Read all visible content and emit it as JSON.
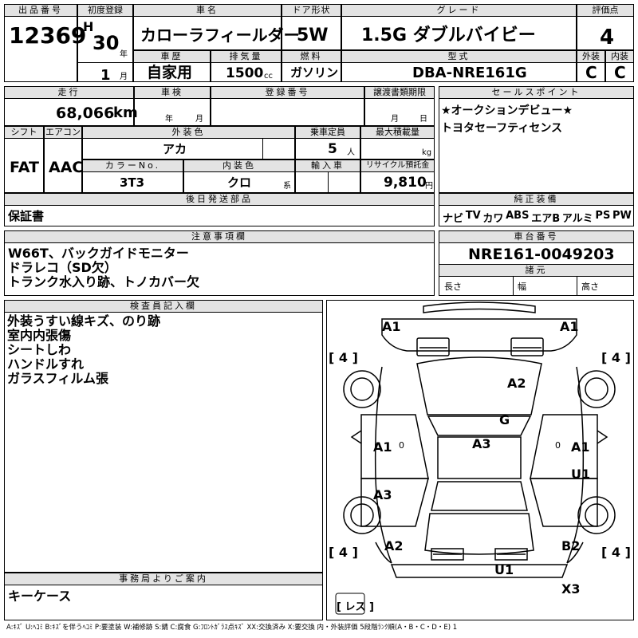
{
  "hdr": {
    "lot_no": "出品番号",
    "first_reg": "初度登録",
    "car_name": "車名",
    "door": "ドア形状",
    "grade": "グレード",
    "score": "評価点",
    "history": "車歴",
    "displacement": "排気量",
    "fuel": "燃料",
    "model": "型式",
    "ext": "外装",
    "int": "内装",
    "mileage": "走行",
    "inspection": "車検",
    "reg_no": "登録番号",
    "transfer": "譲渡書類期限",
    "sales_point": "セールスポイント",
    "shift": "シフト",
    "aircon": "エアコン",
    "ext_color": "外装色",
    "capacity": "乗車定員",
    "max_load": "最大積載量",
    "color_no": "カラーNo.",
    "int_color": "内装色",
    "import": "輸入車",
    "recycle": "リサイクル預託金",
    "post_parts": "後日発送部品",
    "genuine": "純正装備",
    "notes": "注意事項欄",
    "chassis": "車台番号",
    "dims": "諸元",
    "inspector": "検査員記入欄",
    "office": "事務局よりご案内"
  },
  "vals": {
    "lot_no": "12369",
    "era": "H",
    "year": "30",
    "year_unit": "年",
    "month": "1",
    "month_unit": "月",
    "car_name": "カローラフィールダー",
    "door": "5W",
    "grade": "1.5G ダブルバイビー",
    "score": "4",
    "history": "自家用",
    "displacement": "1500",
    "disp_unit": "cc",
    "fuel": "ガソリン",
    "model": "DBA-NRE161G",
    "ext_grade": "C",
    "int_grade": "C",
    "mileage": "68,066",
    "mileage_unit": "km",
    "insp_year": "年",
    "insp_month": "月",
    "transfer_month": "月",
    "transfer_day": "日",
    "shift": "FAT",
    "aircon": "AAC",
    "ext_color": "アカ",
    "capacity": "5",
    "capacity_unit": "人",
    "load_unit": "kg",
    "color_no": "3T3",
    "int_color": "クロ",
    "int_color_unit": "系",
    "recycle": "9,810",
    "recycle_unit": "円",
    "post_parts": "保証書",
    "chassis": "NRE161-0049203",
    "len": "長さ",
    "wid": "幅",
    "hei": "高さ"
  },
  "sales_points": [
    "★オークションデビュー★",
    "トヨタセーフティセンス"
  ],
  "equipment": [
    "ナビ",
    "TV",
    "カワ",
    "ABS",
    "エアB",
    "アルミ",
    "PS",
    "PW"
  ],
  "notes": [
    "W66T、バックガイドモニター",
    "ドラレコ（SD欠）",
    "トランク水入り跡、トノカバー欠"
  ],
  "inspector_notes": [
    "外装うすい線キズ、のり跡",
    "室内内張傷",
    "シートしわ",
    "ハンドルすれ",
    "ガラスフィルム張"
  ],
  "office_notes": [
    "キーケース"
  ],
  "diagram": {
    "a1_tl": "A1",
    "a1_tr": "A1",
    "a2_hood": "A2",
    "g": "G",
    "a3_roof": "A3",
    "a1_left": "A1",
    "a1_right": "A1",
    "u1_right": "U1",
    "a3_left": "A3",
    "a2_rear_left": "A2",
    "b2_rear_right": "B2",
    "u1_rear": "U1",
    "x3_rear": "X3",
    "tire_tl": "4",
    "tire_tr": "4",
    "tire_bl": "4",
    "tire_br": "4",
    "res": "レス",
    "small_0": "0"
  },
  "legend": "A:ｷｽﾞ U:ﾍｺﾐ B:ｷｽﾞを伴うﾍｺﾐ P:要塗装 W:補修跡 S:錆 C:腐食 G:ﾌﾛﾝﾄｶﾞﾗｽ点ｷｽﾞ XX:交換済み X:要交換 内・外装評価 5段階ﾗﾝｸ順(A・B・C・D・E) 1"
}
